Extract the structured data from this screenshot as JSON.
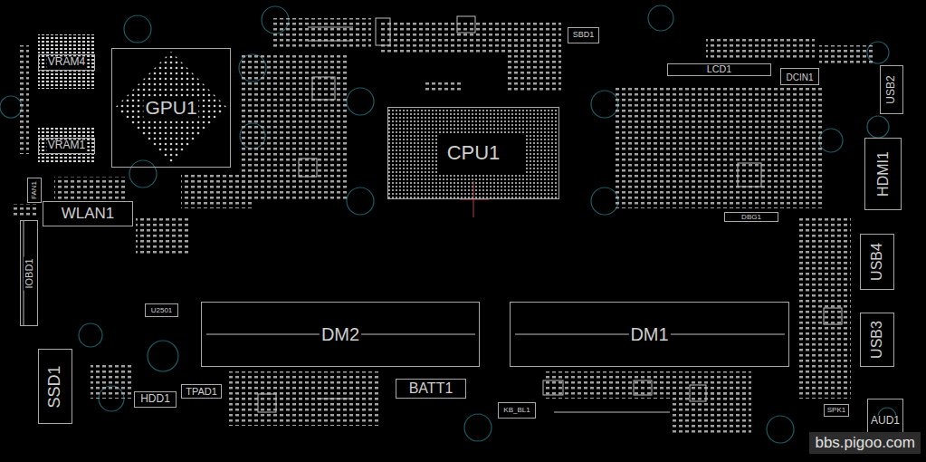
{
  "diagram": {
    "nodes": [
      {
        "text": [
          "VRAM4"
        ]
      },
      {
        "text": [
          "GPU1"
        ]
      },
      {
        "text": [
          "SBD1"
        ]
      },
      {
        "text": [
          "LCD1"
        ]
      },
      {
        "text": [
          "DCIN1"
        ]
      },
      {
        "text": [
          "USB2"
        ]
      },
      {
        "text": [
          "CPU1"
        ]
      },
      {
        "text": [
          "VRAM1"
        ]
      },
      {
        "text": [
          "HDMI1"
        ]
      },
      {
        "text": [
          "FAN1"
        ]
      },
      {
        "text": [
          "WLAN1"
        ]
      },
      {
        "text": [
          "DBG1"
        ]
      },
      {
        "text": [
          "IOBD1"
        ]
      },
      {
        "text": [
          "USB4"
        ]
      },
      {
        "text": [
          "U2501"
        ]
      },
      {
        "text": [
          "DM2"
        ]
      },
      {
        "text": [
          "DM1"
        ]
      },
      {
        "text": [
          "USB3"
        ]
      },
      {
        "text": [
          "SSD1"
        ]
      },
      {
        "text": [
          "TPAD1"
        ]
      },
      {
        "text": [
          "BATT1"
        ]
      },
      {
        "text": [
          "HDD1"
        ]
      },
      {
        "text": [
          "KB_BL1"
        ]
      },
      {
        "text": [
          "SPK1"
        ]
      },
      {
        "text": [
          "AUD1"
        ]
      }
    ],
    "labels": [
      "bbs.pigoo.com"
    ]
  }
}
